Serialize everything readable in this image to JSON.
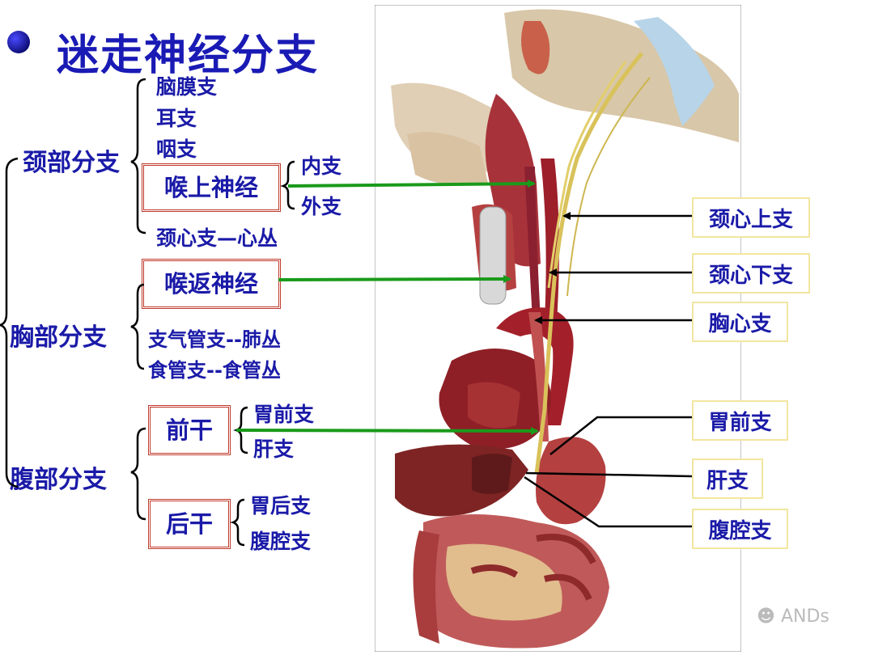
{
  "title": "迷走神经分支",
  "cervical": {
    "label": "颈部分支",
    "meningeal": "脑膜支",
    "auricular": "耳支",
    "pharyngeal": "咽支",
    "superior_laryngeal": "喉上神经",
    "internal": "内支",
    "external": "外支",
    "cardiac": "颈心支—心丛"
  },
  "thoracic": {
    "label": "胸部分支",
    "recurrent_laryngeal": "喉返神经",
    "bronchial": "支气管支--肺丛",
    "esophageal": "食管支--食管丛"
  },
  "abdominal": {
    "label": "腹部分支",
    "anterior_trunk": "前干",
    "ant_gastric": "胃前支",
    "hepatic": "肝支",
    "posterior_trunk": "后干",
    "post_gastric": "胃后支",
    "celiac": "腹腔支"
  },
  "labels": {
    "superior_cervical_cardiac": "颈心上支",
    "inferior_cervical_cardiac": "颈心下支",
    "thoracic_cardiac": "胸心支",
    "anterior_gastric": "胃前支",
    "hepatic": "肝支",
    "celiac": "腹腔支"
  },
  "watermark": "ANDs",
  "colors": {
    "text": "#1a1aa8",
    "box_border": "#c0392b",
    "arrow": "#1a9a1a",
    "label_border": "#f2e6a0"
  }
}
